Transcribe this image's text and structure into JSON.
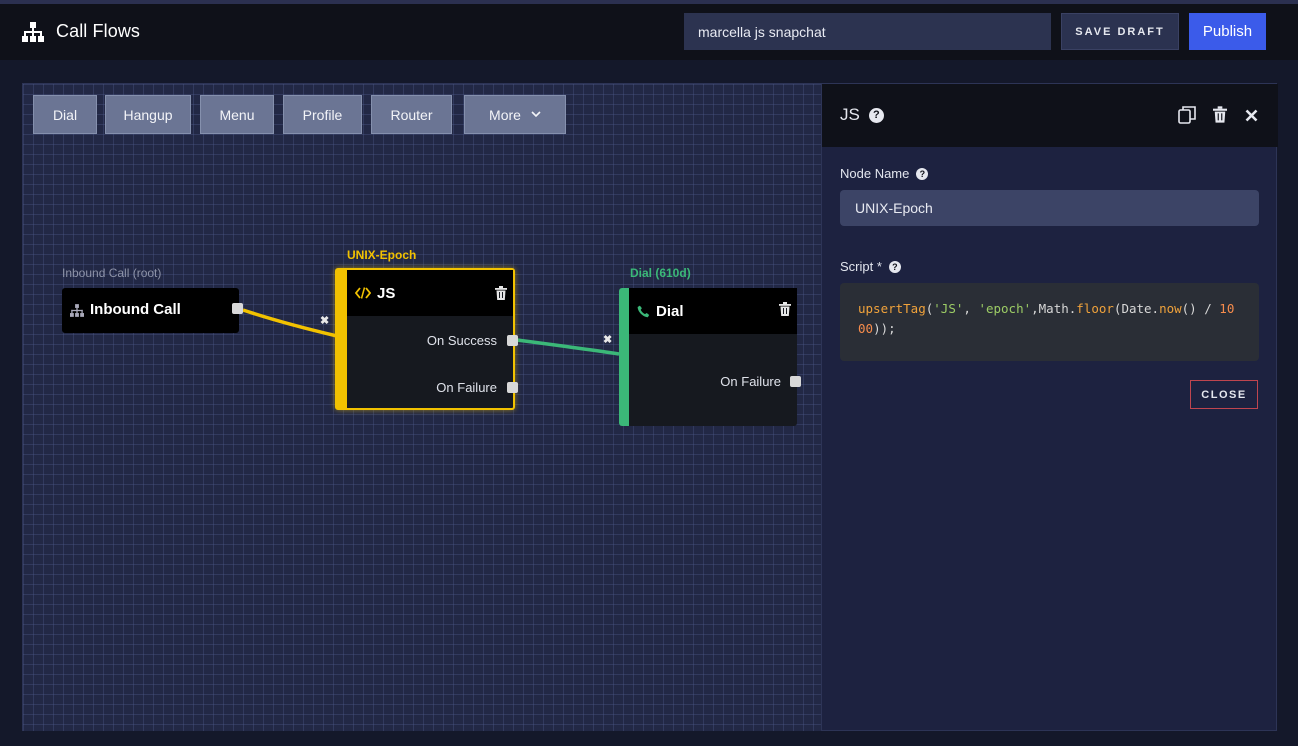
{
  "header": {
    "title": "Call Flows",
    "flow_name": "marcella js snapchat",
    "save_draft": "SAVE DRAFT",
    "publish": "Publish"
  },
  "palette": [
    "Dial",
    "Hangup",
    "Menu",
    "Profile",
    "Router",
    "More"
  ],
  "nodes": {
    "inbound": {
      "caption": "Inbound Call (root)",
      "title": "Inbound Call"
    },
    "js": {
      "caption": "UNIX-Epoch",
      "title": "JS",
      "ports": [
        "On Success",
        "On Failure"
      ],
      "accent": "#f2c200"
    },
    "dial": {
      "caption": "Dial (610d)",
      "title": "Dial",
      "ports": [
        "On Failure"
      ],
      "accent": "#3bb878"
    }
  },
  "panel": {
    "title": "JS",
    "node_name_label": "Node Name",
    "node_name_value": "UNIX-Epoch",
    "script_label": "Script *",
    "script_value": "upsertTag('JS', 'epoch',Math.floor(Date.now() / 1000));",
    "close": "CLOSE"
  },
  "icons": [
    "sitemap-icon",
    "code-icon",
    "phone-icon",
    "trash-icon",
    "copy-icon",
    "close-icon",
    "help-icon",
    "chevron-down-icon"
  ]
}
